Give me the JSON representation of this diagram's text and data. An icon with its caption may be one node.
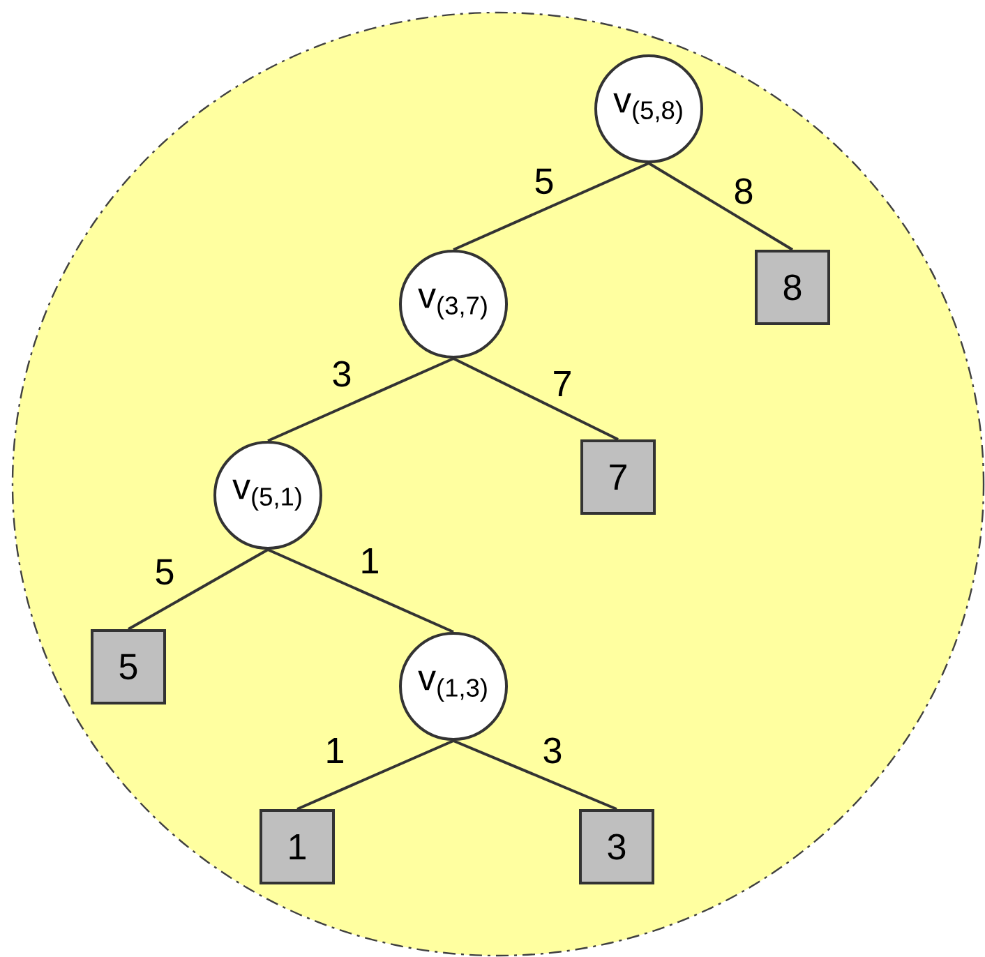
{
  "diagram": {
    "nodes": [
      {
        "text": [
          "v$_{(5,8)}$"
        ]
      },
      {
        "text": [
          "v$_{(3,7)}$"
        ]
      },
      {
        "text": [
          "8"
        ]
      },
      {
        "text": [
          "v$_{(5,1)}$"
        ]
      },
      {
        "text": [
          "7"
        ]
      },
      {
        "text": [
          "5"
        ]
      },
      {
        "text": [
          "v$_{(1,3)}$"
        ]
      },
      {
        "text": [
          "1"
        ]
      },
      {
        "text": [
          "3"
        ]
      }
    ],
    "edges": [
      {
        "from": 0,
        "to": 1,
        "arrow": "none",
        "label": "5"
      },
      {
        "from": 0,
        "to": 2,
        "arrow": "none",
        "label": "8"
      },
      {
        "from": 1,
        "to": 3,
        "arrow": "none",
        "label": "3"
      },
      {
        "from": 1,
        "to": 4,
        "arrow": "none",
        "label": "7"
      },
      {
        "from": 3,
        "to": 5,
        "arrow": "none",
        "label": "5"
      },
      {
        "from": 3,
        "to": 6,
        "arrow": "none",
        "label": "1"
      },
      {
        "from": 6,
        "to": 7,
        "arrow": "none",
        "label": "1"
      },
      {
        "from": 6,
        "to": 8,
        "arrow": "none",
        "label": "3"
      }
    ]
  }
}
